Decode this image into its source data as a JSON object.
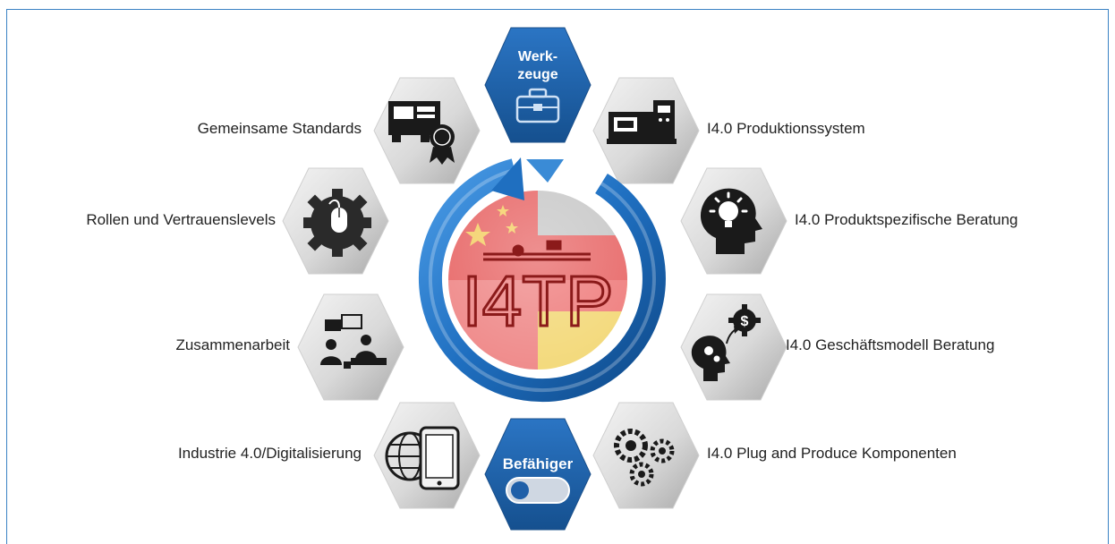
{
  "center": {
    "logo_text": "I4TP"
  },
  "top_hex": {
    "line1": "Werk-",
    "line2": "zeuge",
    "icon": "toolbox-icon"
  },
  "bottom_hex": {
    "label": "Befähiger",
    "icon": "toggle-switch-icon"
  },
  "left_items": [
    {
      "label": "Gemeinsame Standards",
      "icon": "certified-machine-icon"
    },
    {
      "label": "Rollen und Vertrauenslevels",
      "icon": "gear-mouse-icon"
    },
    {
      "label": "Zusammenarbeit",
      "icon": "collaboration-icon"
    },
    {
      "label": "Industrie 4.0/Digitalisierung",
      "icon": "globe-tablet-icon"
    }
  ],
  "right_items": [
    {
      "label": "I4.0 Produktionssystem",
      "icon": "cnc-machine-icon"
    },
    {
      "label": "I4.0 Produktspezifische Beratung",
      "icon": "head-lightbulb-icon"
    },
    {
      "label": "I4.0 Geschäftsmodell Beratung",
      "icon": "head-dollar-icon"
    },
    {
      "label": "I4.0 Plug and Produce Komponenten",
      "icon": "gears-icon"
    }
  ],
  "colors": {
    "frame": "#3b82c4",
    "blue_hex": "#1f5fa8",
    "ring": "#1f6fc0",
    "logo": "#8b1a1a",
    "flag_red": "#e05a5a",
    "flag_yellow": "#f3d97a",
    "flag_grey": "#b9b9b9"
  }
}
